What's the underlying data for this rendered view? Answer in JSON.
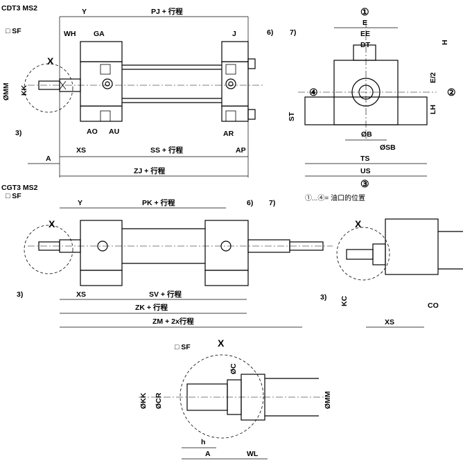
{
  "sections": {
    "cdt3": "CDT3 MS2",
    "cgt3": "CGT3 MS2"
  },
  "labels": {
    "sf": "□ SF",
    "x": "X",
    "y": "Y",
    "pj": "PJ + 行程",
    "wh": "WH",
    "ga": "GA",
    "j": "J",
    "six": "6)",
    "seven": "7)",
    "three": "3)",
    "mm": "ØMM",
    "kk": "KK",
    "ao": "AO",
    "au": "AU",
    "ar": "AR",
    "xs": "XS",
    "ss": "SS + 行程",
    "ap": "AP",
    "a": "A",
    "zj": "ZJ + 行程",
    "e": "E",
    "ee": "EE",
    "dt": "DT",
    "h": "H",
    "e2": "E/2",
    "lh": "LH",
    "st": "ST",
    "ob": "ØB",
    "osb": "ØSB",
    "ts": "TS",
    "us": "US",
    "c1": "①",
    "c2": "②",
    "c3": "③",
    "c4": "④",
    "oil": "①...④= 油口的位置",
    "pk": "PK + 行程",
    "sv": "SV + 行程",
    "zk": "ZK + 行程",
    "zm": "ZM + 2x行程",
    "kc": "KC",
    "co": "CO",
    "oc": "ØC",
    "okk": "ØKK",
    "ocr": "ØCR",
    "h_small": "h",
    "wl": "WL"
  }
}
